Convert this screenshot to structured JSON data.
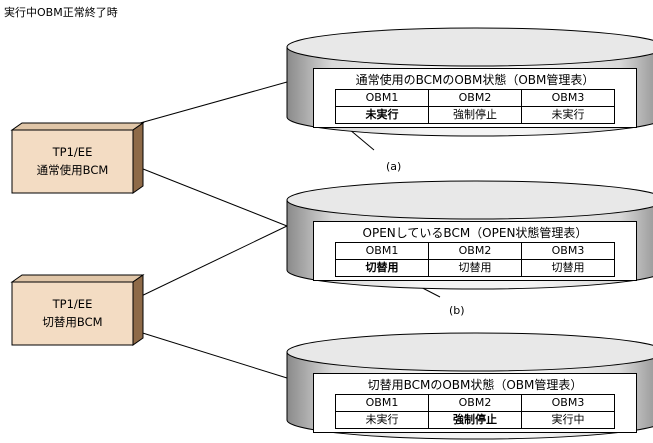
{
  "page_title": "実行中OBM正常終了時",
  "boxes": [
    {
      "line1": "TP1/EE",
      "line2": "通常使用BCM"
    },
    {
      "line1": "TP1/EE",
      "line2": "切替用BCM"
    }
  ],
  "cylinders": [
    {
      "title": "通常使用のBCMのOBM状態（OBM管理表）",
      "headers": [
        "OBM1",
        "OBM2",
        "OBM3"
      ],
      "values": [
        "未実行",
        "強制停止",
        "未実行"
      ],
      "caption": "(a)"
    },
    {
      "title": "OPENしているBCM（OPEN状態管理表）",
      "headers": [
        "OBM1",
        "OBM2",
        "OBM3"
      ],
      "values": [
        "切替用",
        "切替用",
        "切替用"
      ],
      "caption": "(b)"
    },
    {
      "title": "切替用BCMのOBM状態（OBM管理表）",
      "headers": [
        "OBM1",
        "OBM2",
        "OBM3"
      ],
      "values": [
        "未実行",
        "強制停止",
        "実行中"
      ]
    }
  ]
}
